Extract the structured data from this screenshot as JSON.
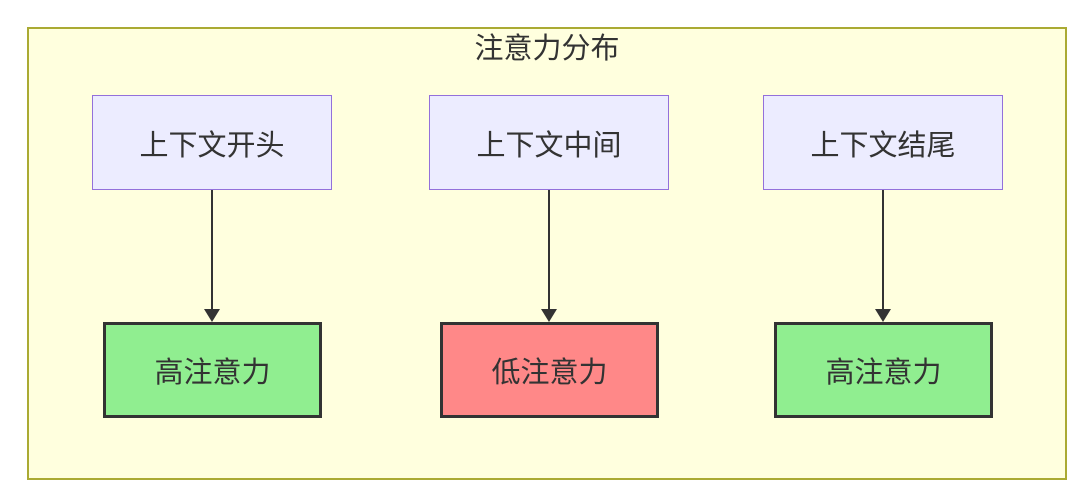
{
  "diagram": {
    "title": "注意力分布",
    "columns": [
      {
        "source": "上下文开头",
        "target": "高注意力",
        "level": "high"
      },
      {
        "source": "上下文中间",
        "target": "低注意力",
        "level": "low"
      },
      {
        "source": "上下文结尾",
        "target": "高注意力",
        "level": "high"
      }
    ],
    "colors": {
      "container_fill": "#FFFFDE",
      "container_border": "#AAAA33",
      "source_fill": "#ECECFF",
      "source_border": "#9370DB",
      "high_fill": "#90EE90",
      "low_fill": "#FF8888",
      "node_border": "#333333",
      "arrow": "#333333",
      "text": "#333333"
    }
  }
}
